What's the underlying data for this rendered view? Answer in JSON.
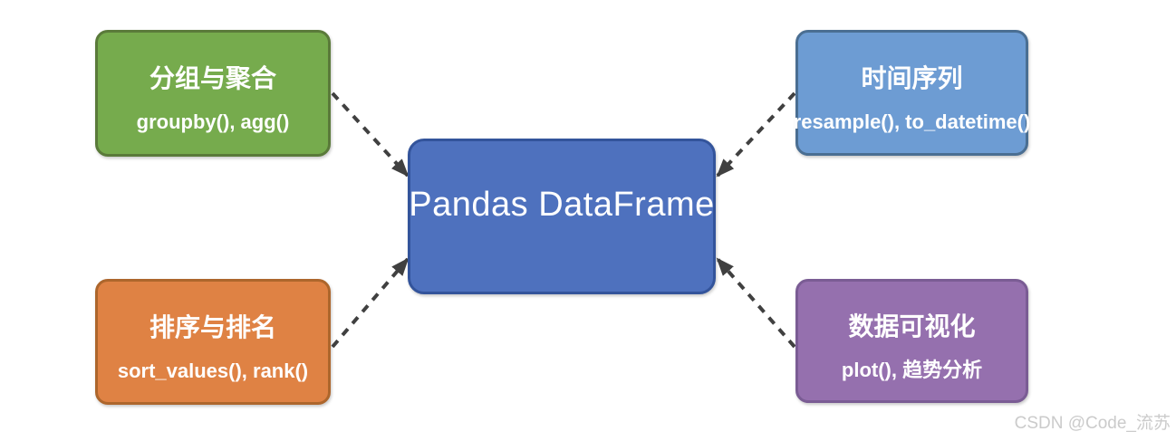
{
  "diagram": {
    "center": {
      "title": "Pandas DataFrame",
      "fill": "#4E71BE",
      "border": "#33549B"
    },
    "nodes": [
      {
        "id": "groupby-agg",
        "title": "分组与聚合",
        "methods": "groupby(), agg()",
        "fill": "#76AB4D",
        "border": "#5A7A3A"
      },
      {
        "id": "time-series",
        "title": "时间序列",
        "methods": "resample(), to_datetime()",
        "fill": "#6D9CD3",
        "border": "#4A6E92"
      },
      {
        "id": "sort-rank",
        "title": "排序与排名",
        "methods": "sort_values(), rank()",
        "fill": "#DF8244",
        "border": "#AD662C"
      },
      {
        "id": "data-visualization",
        "title": "数据可视化",
        "methods": "plot(), 趋势分析",
        "fill": "#9570AE",
        "border": "#7A5C94"
      }
    ],
    "arrow_color": "#404040"
  },
  "watermark": {
    "text": "CSDN @Code_流苏",
    "color": "#CBCBCB"
  }
}
